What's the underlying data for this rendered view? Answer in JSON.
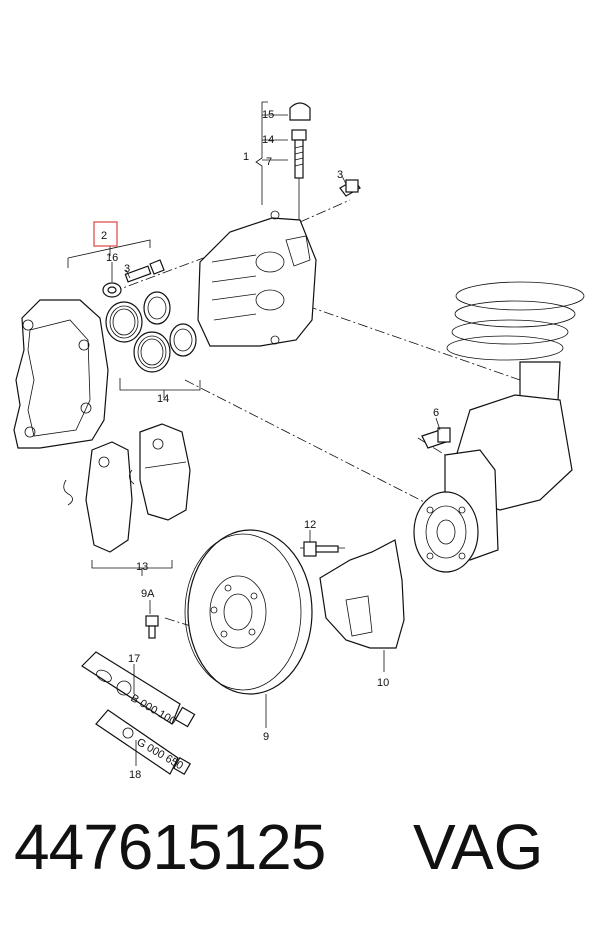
{
  "diagram": {
    "callouts": {
      "c1": "1",
      "c2": "2",
      "c3a": "3",
      "c3b": "3",
      "c6": "6",
      "c7": "7",
      "c9": "9",
      "c9a": "9A",
      "c10": "10",
      "c12": "12",
      "c13": "13",
      "c14a": "14",
      "c14b": "14",
      "c15": "15",
      "c16": "16",
      "c17": "17",
      "c18": "18"
    },
    "tube_17": {
      "text": "B 000 100"
    },
    "tube_18": {
      "text": "G 000 650"
    },
    "highlight_color": "#e05050"
  },
  "footer": {
    "part_number": "447615125",
    "brand": "VAG"
  }
}
